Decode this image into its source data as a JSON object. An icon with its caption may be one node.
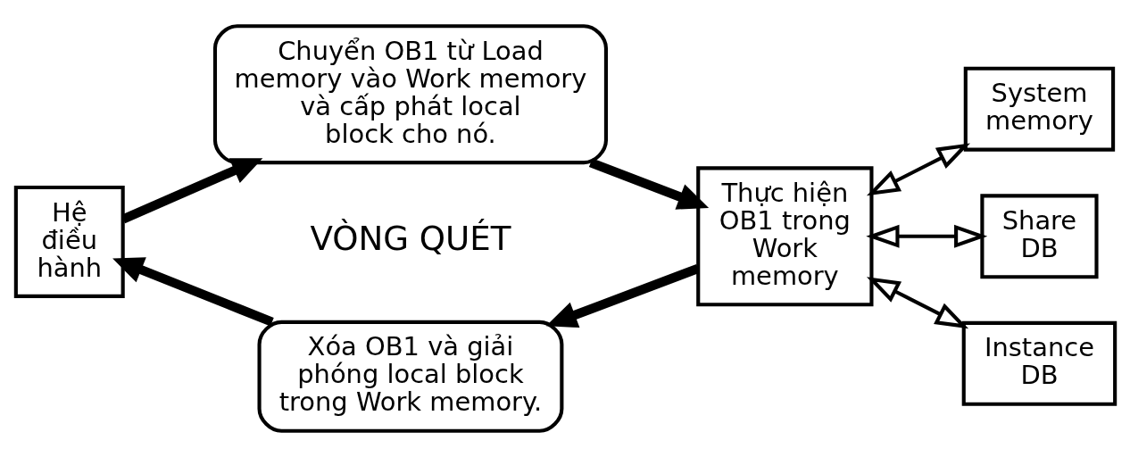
{
  "diagram": {
    "nodes": [
      {
        "text": [
          "Hệ điều hành"
        ]
      },
      {
        "text": [
          "Chuyển OB1 từ Load memory vào Work memory và cấp phát local block cho nó."
        ]
      },
      {
        "text": [
          "Thực hiện OB1 trong Work memory"
        ]
      },
      {
        "text": [
          "Xóa OB1 và giải phóng local block trong Work memory."
        ]
      },
      {
        "text": [
          "System memory"
        ]
      },
      {
        "text": [
          "Share DB"
        ]
      },
      {
        "text": [
          "Instance DB"
        ]
      }
    ],
    "edges": [
      {
        "from": 0,
        "to": 1,
        "arrow": "to"
      },
      {
        "from": 1,
        "to": 2,
        "arrow": "to"
      },
      {
        "from": 2,
        "to": 3,
        "arrow": "to"
      },
      {
        "from": 3,
        "to": 0,
        "arrow": "to"
      },
      {
        "from": 2,
        "to": 4,
        "arrow": "both"
      },
      {
        "from": 2,
        "to": 5,
        "arrow": "both"
      },
      {
        "from": 2,
        "to": 6,
        "arrow": "both"
      }
    ],
    "labels": [
      "VÒNG QUÉT"
    ]
  }
}
